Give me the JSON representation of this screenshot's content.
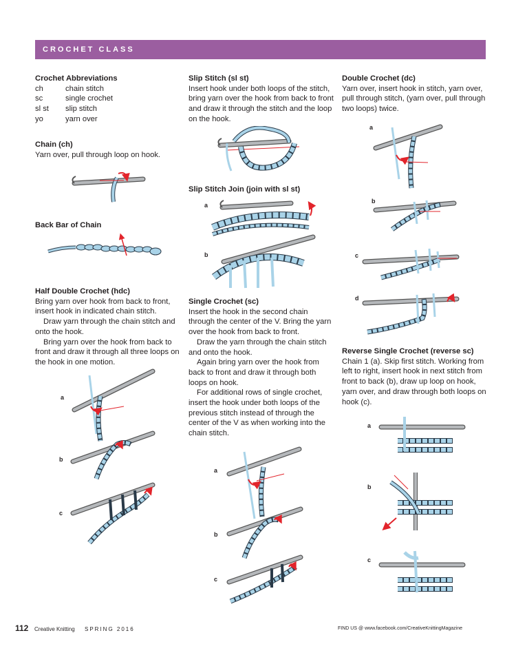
{
  "banner": "CROCHET CLASS",
  "abbreviations": {
    "title": "Crochet Abbreviations",
    "rows": [
      {
        "abbr": "ch",
        "meaning": "chain stitch"
      },
      {
        "abbr": "sc",
        "meaning": "single crochet"
      },
      {
        "abbr": "sl st",
        "meaning": "slip stitch"
      },
      {
        "abbr": "yo",
        "meaning": "yarn over"
      }
    ]
  },
  "chain": {
    "title": "Chain (ch)",
    "text": "Yarn over, pull through loop on hook."
  },
  "back_bar": {
    "title": "Back Bar of Chain"
  },
  "hdc": {
    "title": "Half Double Crochet (hdc)",
    "p1": "Bring yarn over hook from back to front, insert hook in indicated chain stitch.",
    "p2": "Draw yarn through the chain stitch and onto the hook.",
    "p3": "Bring yarn over the hook from back to front and draw it through all three loops on the hook in one motion."
  },
  "slip": {
    "title": "Slip Stitch (sl st)",
    "text": "Insert hook under both loops of the stitch, bring yarn over the hook from back to front and draw it through the stitch and the loop on the hook."
  },
  "slip_join": {
    "title": "Slip Stitch Join (join with sl st)"
  },
  "sc": {
    "title": "Single Crochet (sc)",
    "p1": "Insert the hook in the second chain through the center of the V. Bring the yarn over the hook from back to front.",
    "p2": "Draw the yarn through the chain stitch and onto the hook.",
    "p3": "Again bring yarn over the hook from back to front and draw it through both loops on hook.",
    "p4": "For additional rows of single crochet, insert the hook under both loops of the previous stitch instead of through the center of the V as when working into the chain stitch."
  },
  "dc": {
    "title": "Double Crochet (dc)",
    "text": "Yarn over, insert hook in stitch, yarn over, pull through stitch, (yarn over, pull through two loops) twice."
  },
  "rsc": {
    "title": "Reverse Single Crochet (reverse sc)",
    "text": "Chain 1 (a). Skip first stitch. Working from left to right, insert hook in next stitch from front to back (b), draw up loop on hook, yarn over, and draw through both loops on hook (c)."
  },
  "labels": {
    "a": "a",
    "b": "b",
    "c": "c",
    "d": "d"
  },
  "footer": {
    "page": "112",
    "magazine": "Creative Knitting",
    "issue": "SPRING 2016",
    "find": "FIND US @ www.facebook.com/CreativeKnittingMagazine"
  },
  "colors": {
    "accent": "#9b5ea0",
    "yarn": "#a9d3e8",
    "yarn_stroke": "#2a3a48",
    "hook": "#8a8d90",
    "arrow": "#e2242b"
  }
}
